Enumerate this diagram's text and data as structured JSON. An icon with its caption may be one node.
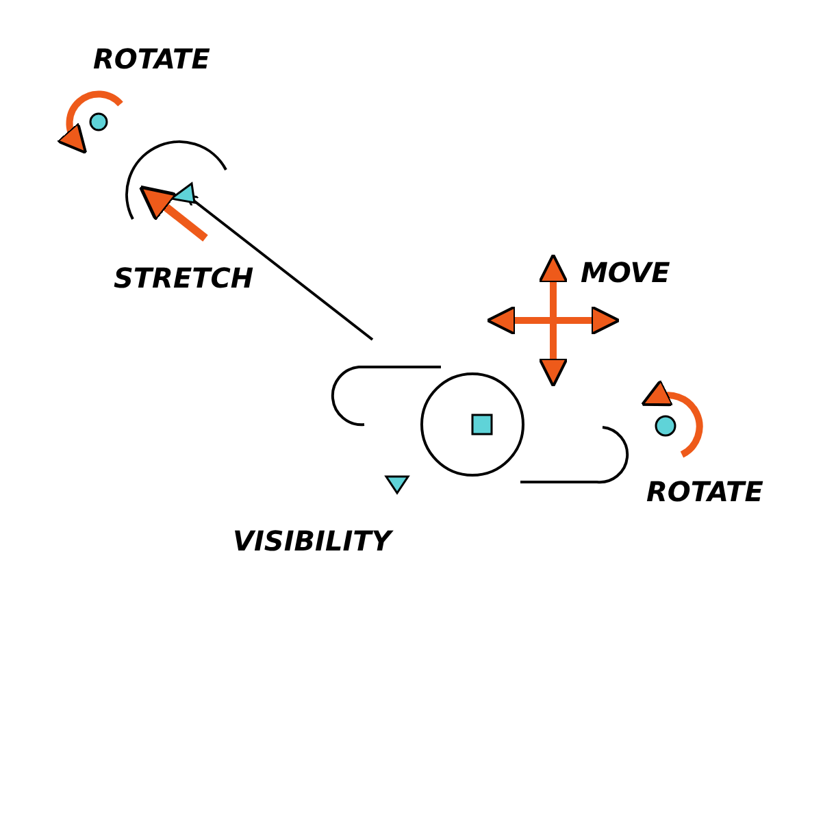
{
  "diagram": {
    "labels": [
      "ROTATE",
      "STRETCH",
      "MOVE",
      "ROTATE",
      "VISIBILITY"
    ]
  }
}
